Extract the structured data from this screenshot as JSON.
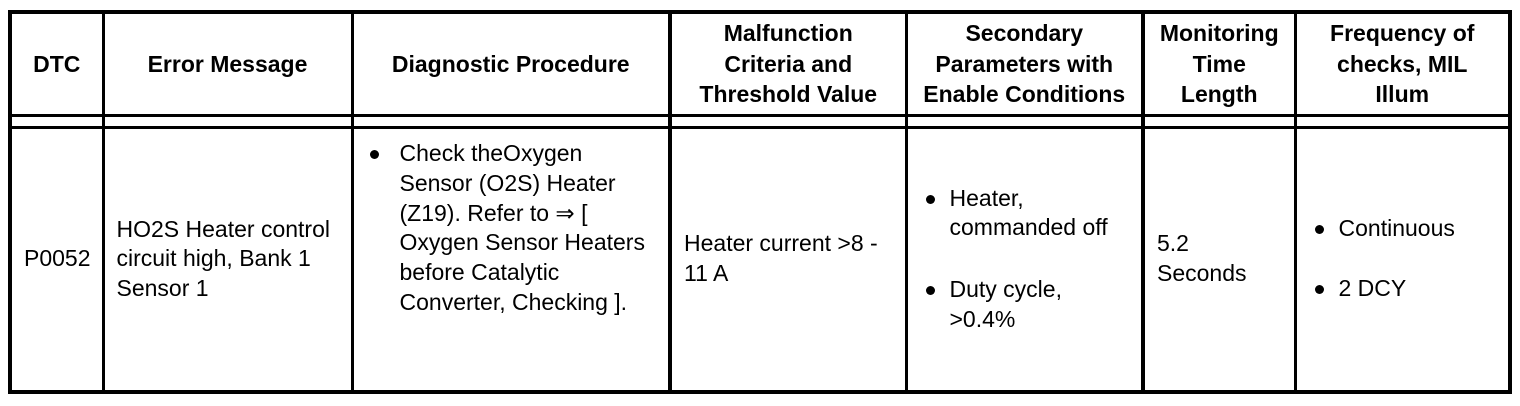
{
  "table": {
    "columns": [
      {
        "key": "dtc",
        "header": "DTC"
      },
      {
        "key": "error",
        "header": "Error Message"
      },
      {
        "key": "diag",
        "header": "Diagnostic Procedure"
      },
      {
        "key": "malf",
        "header": "Malfunction\nCriteria and\nThreshold Value"
      },
      {
        "key": "sec",
        "header": "Secondary\nParameters with\nEnable Conditions"
      },
      {
        "key": "mon",
        "header": "Monitoring\nTime\nLength"
      },
      {
        "key": "freq",
        "header": "Frequency of\nchecks, MIL\nIllum"
      }
    ],
    "rows": [
      {
        "dtc": "P0052",
        "error": "HO2S Heater control circuit high, Bank 1 Sensor 1",
        "diag_bullets": [
          "Check theOxygen Sensor (O2S) Heater (Z19). Refer to ⇒ [ Oxygen Sensor Heaters before Catalytic Converter, Checking ]."
        ],
        "malf": "Heater current >8 - 11 A",
        "sec_bullets": [
          "Heater, commanded off",
          "Duty cycle, >0.4%"
        ],
        "mon": "5.2\nSeconds",
        "freq_bullets": [
          "Continuous",
          "2 DCY"
        ]
      }
    ]
  },
  "colors": {
    "border": "#000000",
    "text": "#000000",
    "background": "#ffffff"
  }
}
